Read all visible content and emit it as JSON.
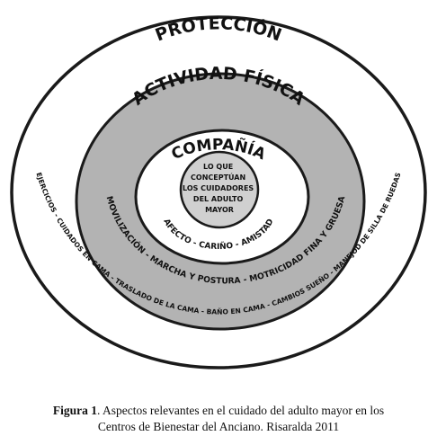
{
  "diagram": {
    "rings": [
      {
        "title": "PROTECCIÓN",
        "arc_text": "EJERCICIOS - CUIDADOS EN CAMA - TRASLADO DE LA CAMA - BAÑO EN CAMA - CAMBIOS SUEÑO - MANEJOD DE SILLA DE RUEDAS"
      },
      {
        "title": "ACTIVIDAD FÍSICA",
        "arc_text": "MOVILIZACIÓN - MARCHA Y POSTURA - MOTRICIDAD FINA Y GRUESA"
      },
      {
        "title": "COMPAÑÍA",
        "arc_text": "AFECTO - CARIÑO - AMISTAD"
      }
    ],
    "core_lines": [
      "LO QUE",
      "CONCEPTÚAN",
      "LOS CUIDADORES",
      "DEL ADULTO",
      "MAYOR"
    ],
    "colors": {
      "outer_ring": "#ffffff",
      "middle_ring": "#b3b3b3",
      "inner_ring": "#ffffff",
      "core": "#d0d0d0",
      "stroke": "#1a1a1a"
    }
  },
  "caption": {
    "label": "Figura 1",
    "text": ". Aspectos relevantes en el cuidado del adulto mayor en los",
    "line2": "Centros de Bienestar del Anciano. Risaralda 2011"
  }
}
